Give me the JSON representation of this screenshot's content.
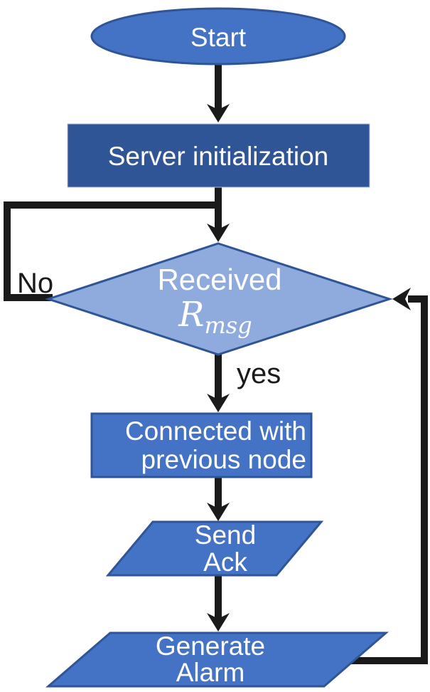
{
  "figure": {
    "type": "flowchart",
    "background": "#ffffff",
    "colors": {
      "node_fill_medium": "#4472C4",
      "node_fill_dark": "#2F5597",
      "node_fill_light": "#8FAADC",
      "node_border": "#2F5597",
      "connector": "#1A1A1A",
      "node_text": "#FFFFFF",
      "label_text": "#1A1A1A"
    },
    "nodes": {
      "start": {
        "shape": "ellipse",
        "label": "Start"
      },
      "server_initialization": {
        "shape": "rectangle",
        "label": "Server initialization"
      },
      "received_decision": {
        "shape": "diamond",
        "label": "Received",
        "math_base": "R",
        "math_subscript": "msg"
      },
      "connected_node": {
        "shape": "rectangle",
        "line1": "Connected with",
        "line2": "previous node"
      },
      "send_ack": {
        "shape": "parallelogram",
        "line1": "Send",
        "line2": "Ack"
      },
      "generate_alarm": {
        "shape": "parallelogram",
        "line1": "Generate",
        "line2": "Alarm"
      }
    },
    "edge_labels": {
      "no": "No",
      "yes": "yes"
    }
  }
}
